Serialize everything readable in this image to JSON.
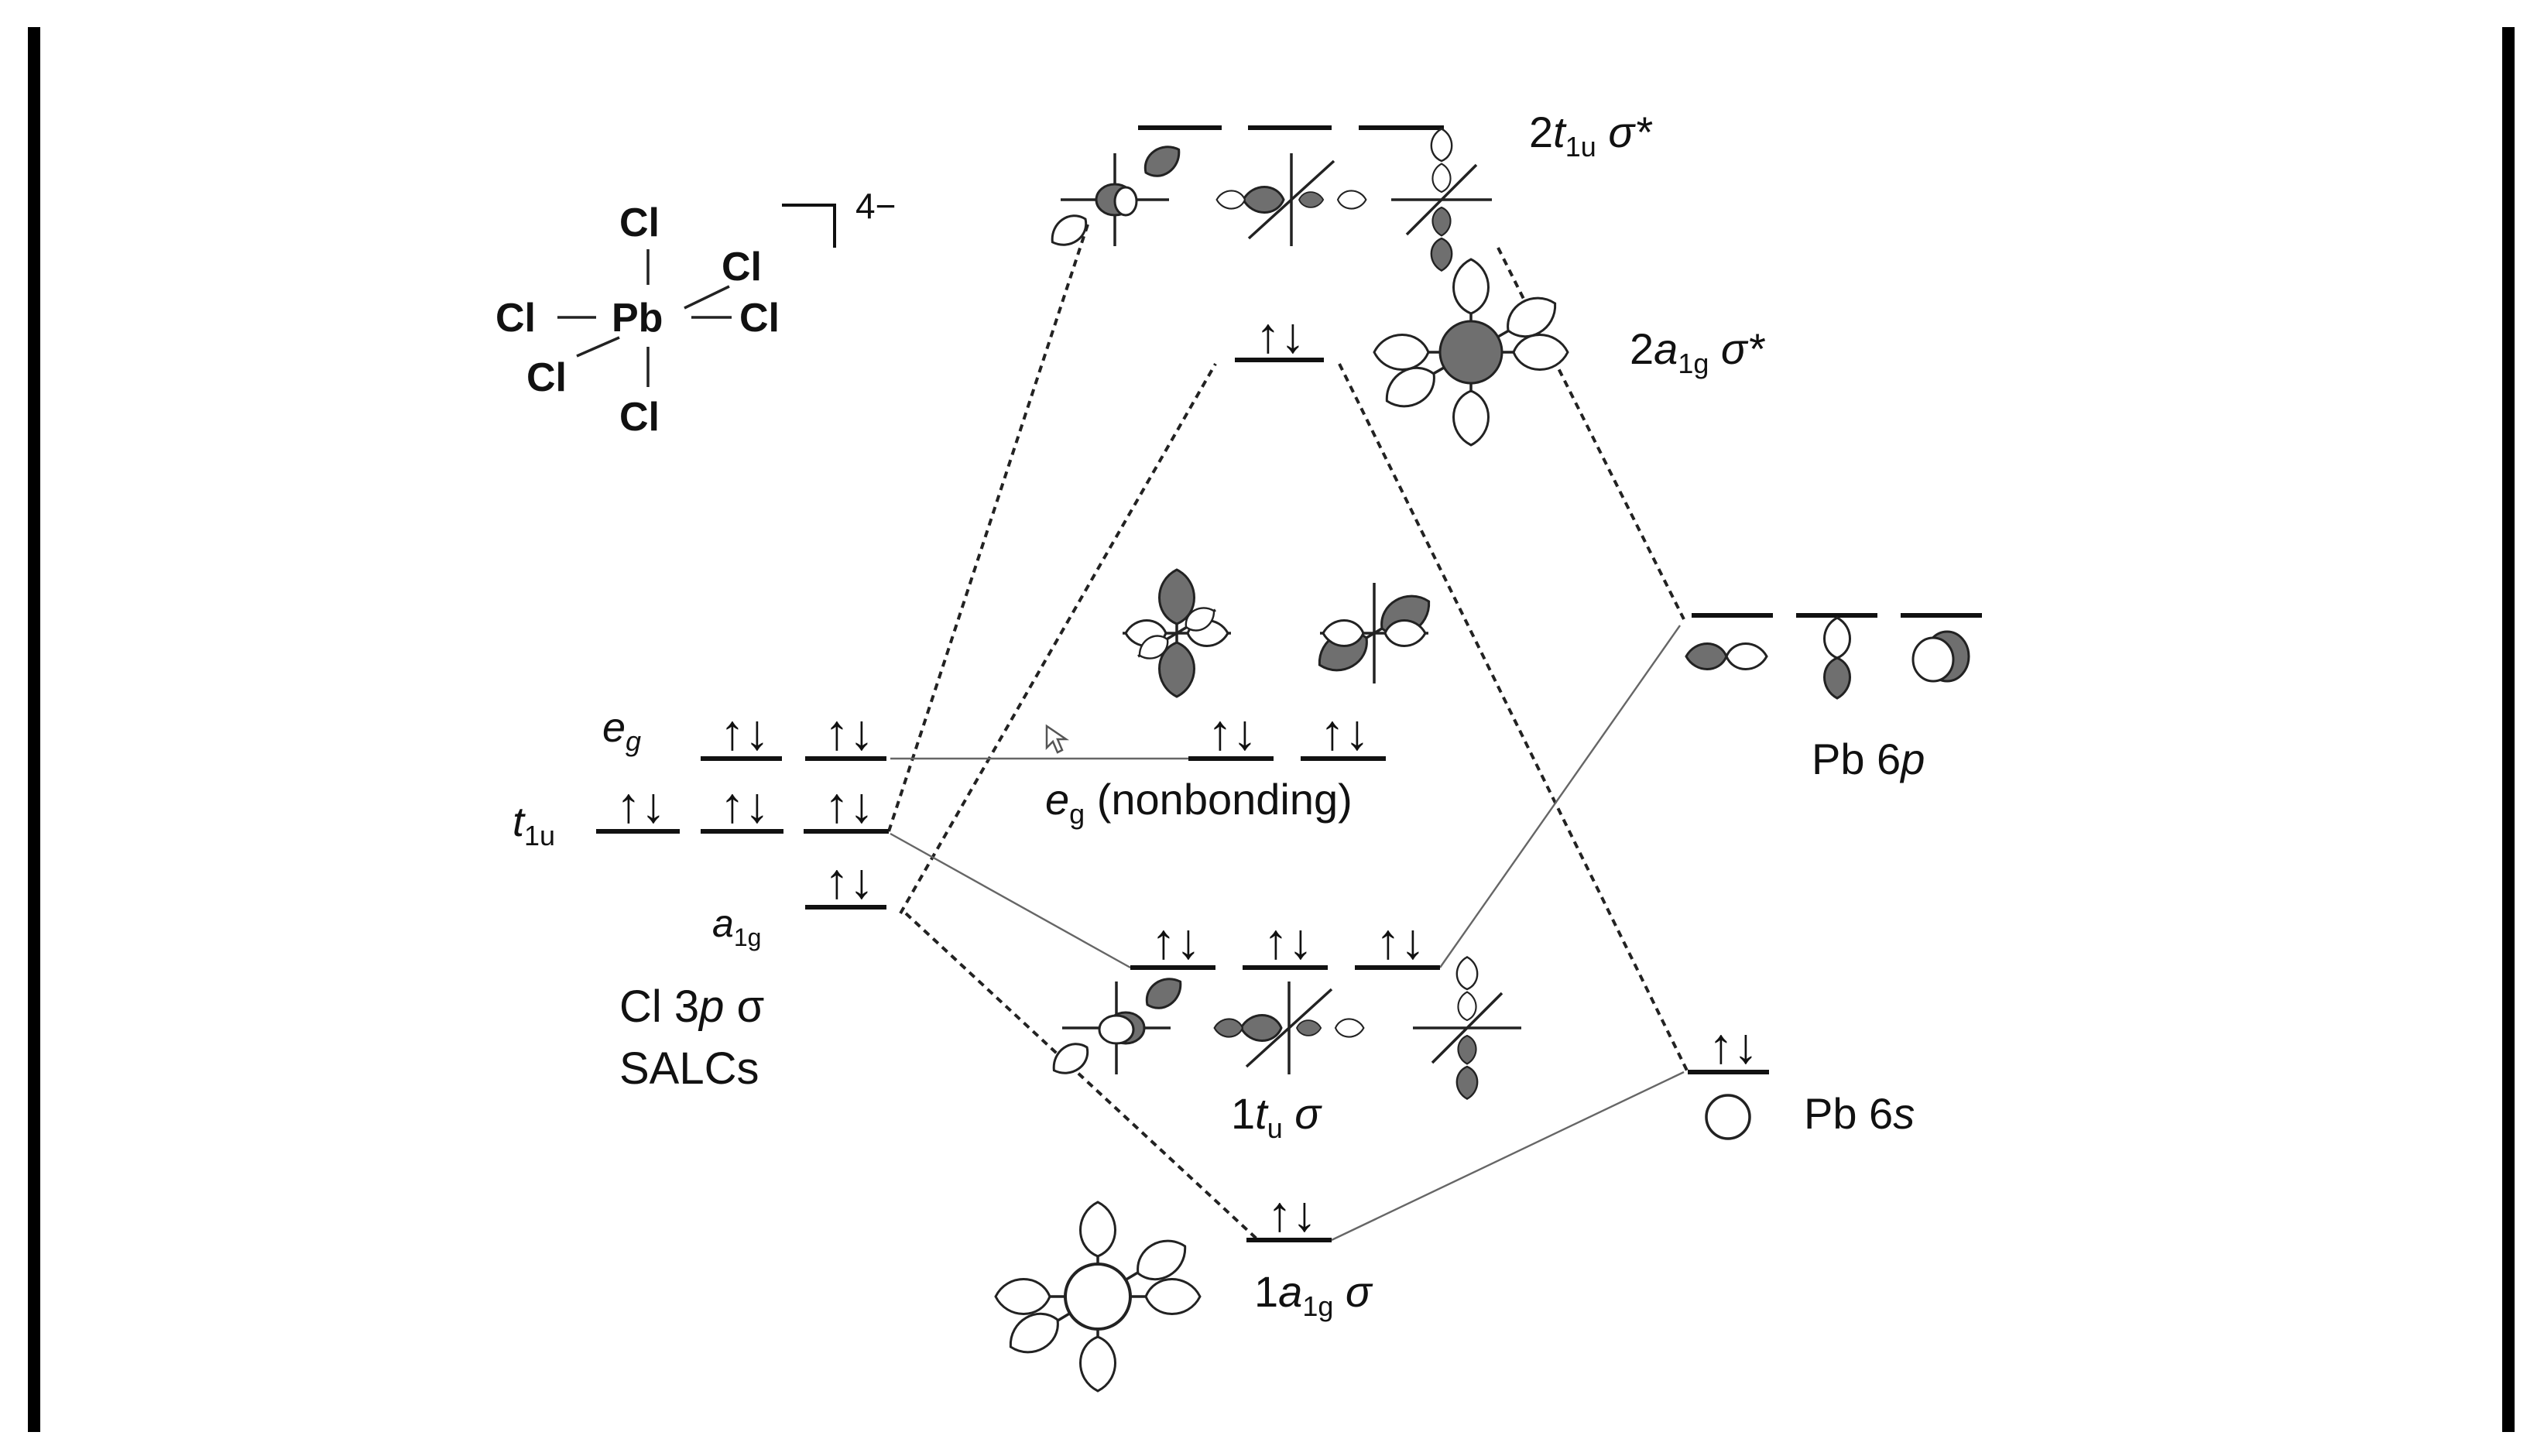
{
  "complex": {
    "center": "Pb",
    "ligands": [
      "Cl",
      "Cl",
      "Cl",
      "Cl",
      "Cl",
      "Cl"
    ],
    "charge": "4−"
  },
  "left_group": {
    "eg_main": "e",
    "eg_sub": "g",
    "t1u_main": "t",
    "t1u_sub": "1u",
    "a1g_main": "a",
    "a1g_sub": "1g",
    "title_line1_prefix": "Cl 3",
    "title_line1_italic": "p",
    "title_line1_suffix": " σ",
    "title_line2": "SALCs"
  },
  "right_group": {
    "p_prefix": "Pb 6",
    "p_italic": "p",
    "s_prefix": "Pb 6",
    "s_italic": "s"
  },
  "mo_labels": {
    "t1u_star_num": "2",
    "t1u_star_main": "t",
    "t1u_star_sub": "1u",
    "t1u_star_sigma": " σ*",
    "a1g_star_num": "2",
    "a1g_star_main": "a",
    "a1g_star_sub": "1g",
    "a1g_star_sigma": " σ*",
    "eg_nb_main": "e",
    "eg_nb_sub": "g",
    "eg_nb_text": " (nonbonding)",
    "t1u_num": "1",
    "t1u_main": "t",
    "t1u_sub": "u",
    "t1u_sigma": " σ",
    "a1g_num": "1",
    "a1g_main": "a",
    "a1g_sub": "1g",
    "a1g_sigma": " σ"
  },
  "electron_pair": "↑↓"
}
